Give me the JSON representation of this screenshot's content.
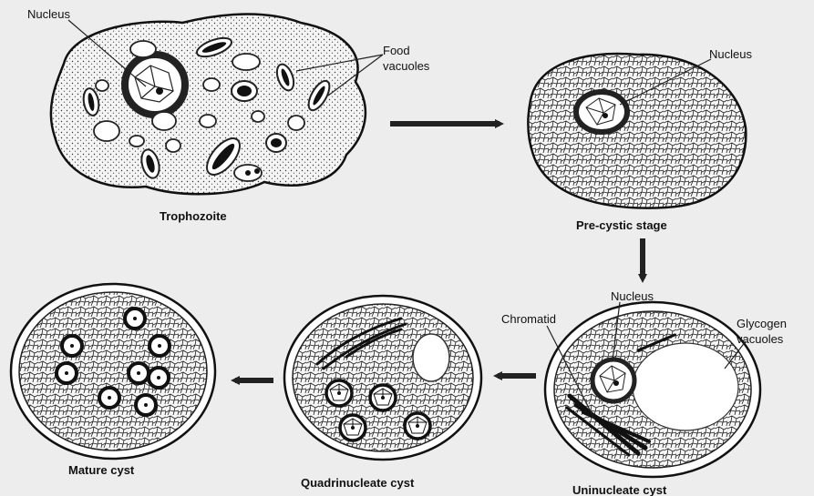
{
  "labels": {
    "trophozoite_nucleus": "Nucleus",
    "food_vacuoles_line1": "Food",
    "food_vacuoles_line2": "vacuoles",
    "precystic_nucleus": "Nucleus",
    "uninucleate_nucleus": "Nucleus",
    "chromatid": "Chromatid",
    "glycogen_line1": "Glycogen",
    "glycogen_line2": "vacuoles"
  },
  "captions": {
    "trophozoite": "Trophozoite",
    "precystic": "Pre-cystic stage",
    "uninucleate": "Uninucleate  cyst",
    "quadrinucleate": "Quadrinucleate cyst",
    "mature": "Mature cyst"
  },
  "colors": {
    "background": "#ededed",
    "ink": "#111111",
    "stipple": "#f3f3f3"
  }
}
